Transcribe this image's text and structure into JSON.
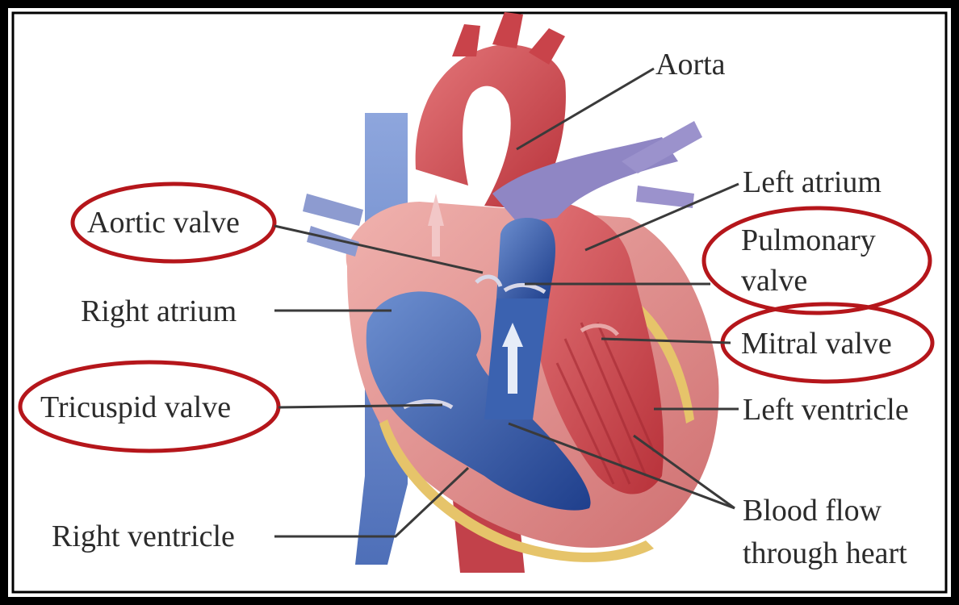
{
  "diagram": {
    "labels": {
      "aorta": "Aorta",
      "left_atrium": "Left atrium",
      "aortic_valve": "Aortic valve",
      "pulmonary_valve_line1": "Pulmonary",
      "pulmonary_valve_line2": "valve",
      "right_atrium": "Right atrium",
      "mitral_valve": "Mitral valve",
      "tricuspid_valve": "Tricuspid valve",
      "left_ventricle": "Left ventricle",
      "right_ventricle": "Right ventricle",
      "blood_flow_line1": "Blood flow",
      "blood_flow_line2": "through heart"
    },
    "highlighted": [
      "aortic_valve",
      "pulmonary_valve",
      "mitral_valve",
      "tricuspid_valve"
    ],
    "colors": {
      "highlight_ellipse": "#b5161b",
      "oxygenated_red": "#c9434a",
      "deoxygenated_blue": "#2f59a8",
      "muscle_pink": "#dc8c8a",
      "fat_yellow": "#e6c46a",
      "frame": "#000000"
    }
  }
}
